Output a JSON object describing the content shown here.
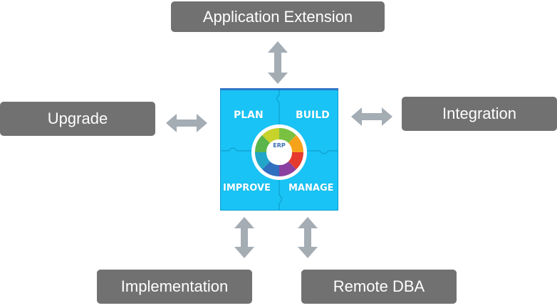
{
  "boxes": {
    "top": "Application Extension",
    "left": "Upgrade",
    "right": "Integration",
    "bottom_left": "Implementation",
    "bottom_right": "Remote DBA"
  },
  "center": {
    "quadrants": {
      "plan": "PLAN",
      "build": "BUILD",
      "improve": "IMPROVE",
      "manage": "MANAGE"
    },
    "wheel_label": "ERP"
  },
  "colors": {
    "box_bg": "#717171",
    "arrow": "#a4acb4",
    "panel": "#19c3f5"
  }
}
